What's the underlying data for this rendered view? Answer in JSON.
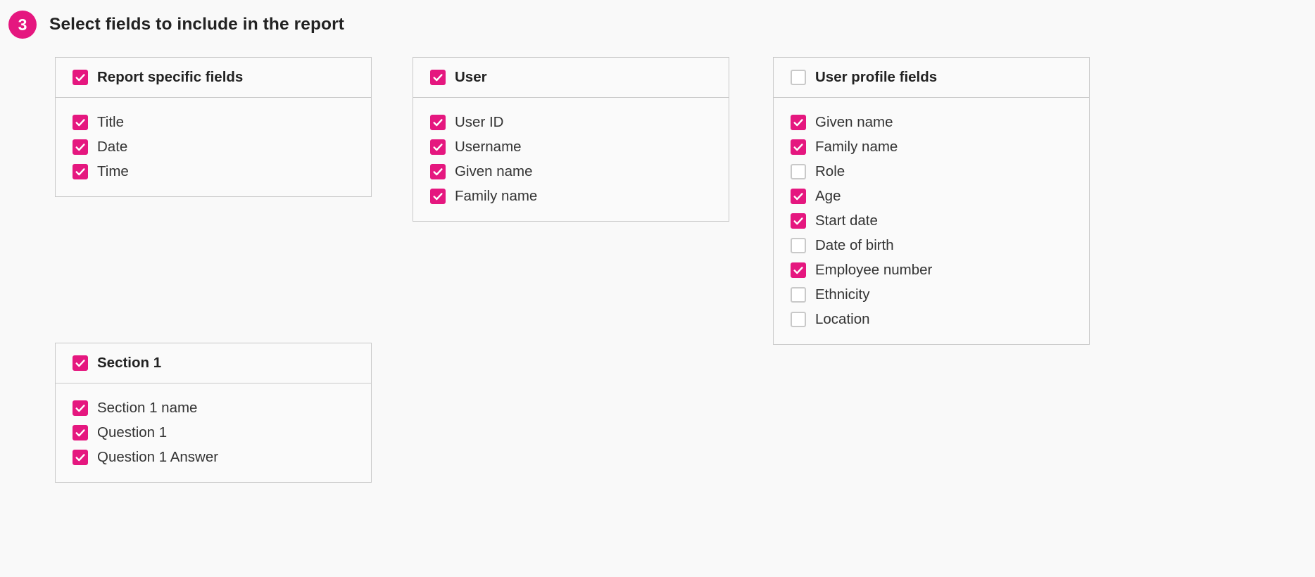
{
  "step": {
    "number": "3",
    "title": "Select fields to include in the report"
  },
  "colors": {
    "accent": "#e5177f",
    "panel_border": "#c9c9c9",
    "background": "#f9f9f9",
    "text": "#222222"
  },
  "panels": [
    {
      "id": "report-specific-fields",
      "header": {
        "label": "Report specific fields",
        "checked": true
      },
      "items": [
        {
          "label": "Title",
          "checked": true
        },
        {
          "label": "Date",
          "checked": true
        },
        {
          "label": "Time",
          "checked": true
        }
      ]
    },
    {
      "id": "user",
      "header": {
        "label": "User",
        "checked": true
      },
      "items": [
        {
          "label": "User ID",
          "checked": true
        },
        {
          "label": "Username",
          "checked": true
        },
        {
          "label": "Given name",
          "checked": true
        },
        {
          "label": "Family name",
          "checked": true
        }
      ]
    },
    {
      "id": "user-profile-fields",
      "header": {
        "label": "User profile fields",
        "checked": false
      },
      "items": [
        {
          "label": "Given name",
          "checked": true
        },
        {
          "label": "Family name",
          "checked": true
        },
        {
          "label": "Role",
          "checked": false
        },
        {
          "label": "Age",
          "checked": true
        },
        {
          "label": "Start date",
          "checked": true
        },
        {
          "label": "Date of birth",
          "checked": false
        },
        {
          "label": "Employee number",
          "checked": true
        },
        {
          "label": "Ethnicity",
          "checked": false
        },
        {
          "label": "Location",
          "checked": false
        }
      ]
    },
    {
      "id": "section-1",
      "header": {
        "label": "Section 1",
        "checked": true
      },
      "items": [
        {
          "label": "Section 1 name",
          "checked": true
        },
        {
          "label": "Question 1",
          "checked": true
        },
        {
          "label": "Question 1 Answer",
          "checked": true
        }
      ]
    }
  ]
}
